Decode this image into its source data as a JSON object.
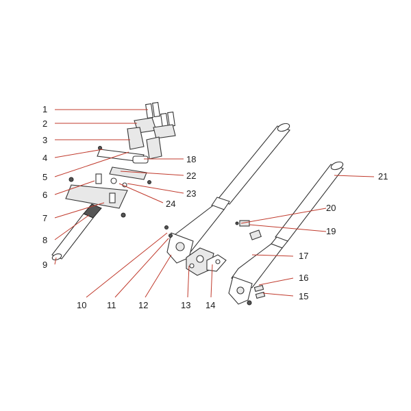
{
  "labels": [
    {
      "id": "1",
      "text": "1"
    },
    {
      "id": "2",
      "text": "2"
    },
    {
      "id": "3",
      "text": "3"
    },
    {
      "id": "4",
      "text": "4"
    },
    {
      "id": "5",
      "text": "5"
    },
    {
      "id": "6",
      "text": "6"
    },
    {
      "id": "7",
      "text": "7"
    },
    {
      "id": "8",
      "text": "8"
    },
    {
      "id": "9",
      "text": "9"
    },
    {
      "id": "10",
      "text": "10"
    },
    {
      "id": "11",
      "text": "11"
    },
    {
      "id": "12",
      "text": "12"
    },
    {
      "id": "13",
      "text": "13"
    },
    {
      "id": "14",
      "text": "14"
    },
    {
      "id": "15",
      "text": "15"
    },
    {
      "id": "16",
      "text": "16"
    },
    {
      "id": "17",
      "text": "17"
    },
    {
      "id": "18",
      "text": "18"
    },
    {
      "id": "19",
      "text": "19"
    },
    {
      "id": "20",
      "text": "20"
    },
    {
      "id": "21",
      "text": "21"
    },
    {
      "id": "22",
      "text": "22"
    },
    {
      "id": "23",
      "text": "23"
    },
    {
      "id": "24",
      "text": "24"
    }
  ],
  "colors": {
    "leader": "#c0392b",
    "outline": "#333333"
  }
}
